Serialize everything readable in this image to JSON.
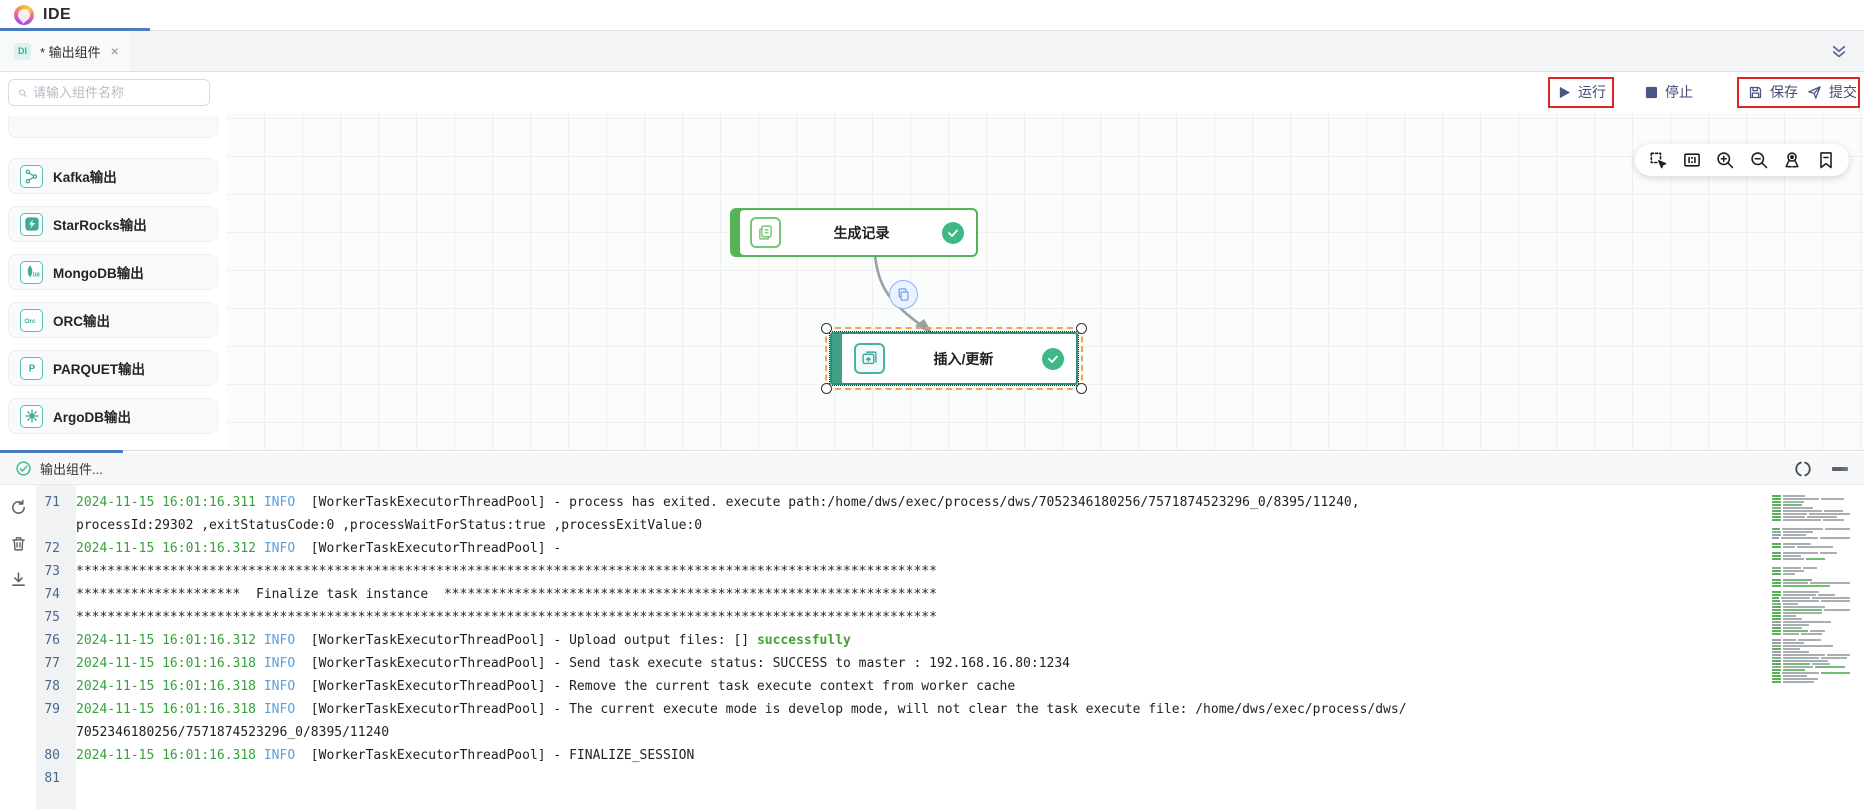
{
  "header": {
    "app_title": "IDE"
  },
  "tab_bar": {
    "tab": {
      "badge": "DI",
      "title": "* 输出组件",
      "close": "×"
    }
  },
  "toolbar": {
    "run_label": "运行",
    "stop_label": "停止",
    "save_label": "保存",
    "submit_label": "提交"
  },
  "sidebar": {
    "search_placeholder": "请输入组件名称",
    "items": [
      {
        "icon": "kafka-icon",
        "label": "Kafka输出"
      },
      {
        "icon": "starrocks-icon",
        "label": "StarRocks输出"
      },
      {
        "icon": "mongodb-icon",
        "label": "MongoDB输出"
      },
      {
        "icon": "orc-icon",
        "label": "ORC输出"
      },
      {
        "icon": "parquet-icon",
        "label": "PARQUET输出"
      },
      {
        "icon": "argodb-icon",
        "label": "ArgoDB输出"
      }
    ]
  },
  "canvas": {
    "toolbar_icons": [
      "marquee-select-icon",
      "frame-icon",
      "zoom-in-icon",
      "zoom-out-icon",
      "locate-icon",
      "bookmark-icon"
    ],
    "nodes": [
      {
        "label": "生成记录",
        "status": "success"
      },
      {
        "label": "插入/更新",
        "status": "success",
        "selected": true
      }
    ]
  },
  "bottom_panel": {
    "tab_label": "输出组件...",
    "log": {
      "lines": [
        {
          "num": "71",
          "rows": [
            [
              {
                "t": "2024-11-15 16:01:16.311 ",
                "c": "time"
              },
              {
                "t": "INFO",
                "c": "info"
              },
              {
                "t": "  [WorkerTaskExecutorThreadPool] - process has exited. execute path:/home/dws/exec/process/dws/7052346180256/7571874523296_0/8395/11240,",
                "c": "text"
              }
            ],
            [
              {
                "t": "processId:29302 ,exitStatusCode:0 ,processWaitForStatus:true ,processExitValue:0",
                "c": "text"
              }
            ]
          ]
        },
        {
          "num": "72",
          "rows": [
            [
              {
                "t": "2024-11-15 16:01:16.312 ",
                "c": "time"
              },
              {
                "t": "INFO",
                "c": "info"
              },
              {
                "t": "  [WorkerTaskExecutorThreadPool] - ",
                "c": "text"
              }
            ]
          ]
        },
        {
          "num": "73",
          "rows": [
            [
              {
                "t": "**************************************************************************************************************",
                "c": "text"
              }
            ]
          ]
        },
        {
          "num": "74",
          "rows": [
            [
              {
                "t": "*********************  Finalize task instance  ***************************************************************",
                "c": "text"
              }
            ]
          ]
        },
        {
          "num": "75",
          "rows": [
            [
              {
                "t": "**************************************************************************************************************",
                "c": "text"
              }
            ]
          ]
        },
        {
          "num": "76",
          "rows": [
            [
              {
                "t": "2024-11-15 16:01:16.312 ",
                "c": "time"
              },
              {
                "t": "INFO",
                "c": "info"
              },
              {
                "t": "  [WorkerTaskExecutorThreadPool] - Upload output files: [] ",
                "c": "text"
              },
              {
                "t": "successfully",
                "c": "success"
              }
            ]
          ]
        },
        {
          "num": "77",
          "rows": [
            [
              {
                "t": "2024-11-15 16:01:16.318 ",
                "c": "time"
              },
              {
                "t": "INFO",
                "c": "info"
              },
              {
                "t": "  [WorkerTaskExecutorThreadPool] - Send task execute status: SUCCESS to master : 192.168.16.80:1234",
                "c": "text"
              }
            ]
          ]
        },
        {
          "num": "78",
          "rows": [
            [
              {
                "t": "2024-11-15 16:01:16.318 ",
                "c": "time"
              },
              {
                "t": "INFO",
                "c": "info"
              },
              {
                "t": "  [WorkerTaskExecutorThreadPool] - Remove the current task execute context from worker cache",
                "c": "text"
              }
            ]
          ]
        },
        {
          "num": "79",
          "rows": [
            [
              {
                "t": "2024-11-15 16:01:16.318 ",
                "c": "time"
              },
              {
                "t": "INFO",
                "c": "info"
              },
              {
                "t": "  [WorkerTaskExecutorThreadPool] - The current execute mode is develop mode, will not clear the task execute file: /home/dws/exec/process/dws/",
                "c": "text"
              }
            ],
            [
              {
                "t": "7052346180256/7571874523296_0/8395/11240",
                "c": "text"
              }
            ]
          ]
        },
        {
          "num": "80",
          "rows": [
            [
              {
                "t": "2024-11-15 16:01:16.318 ",
                "c": "time"
              },
              {
                "t": "INFO",
                "c": "info"
              },
              {
                "t": "  [WorkerTaskExecutorThreadPool] - FINALIZE_SESSION",
                "c": "text"
              }
            ]
          ]
        },
        {
          "num": "81",
          "rows": [
            []
          ]
        }
      ]
    }
  },
  "colors": {
    "accent_blue": "#4c7cc0",
    "teal": "#3cab9b",
    "node_green": "#55b255",
    "node_teal": "#2e8e75",
    "selection_orange": "#eda74f",
    "annotation_red": "#dd2525",
    "log_time_green": "#35a23c",
    "log_info_blue": "#5aa0dc",
    "success_green": "#43a332",
    "minimap_gray": "#9aa0a6",
    "minimap_green": "#58b158"
  }
}
